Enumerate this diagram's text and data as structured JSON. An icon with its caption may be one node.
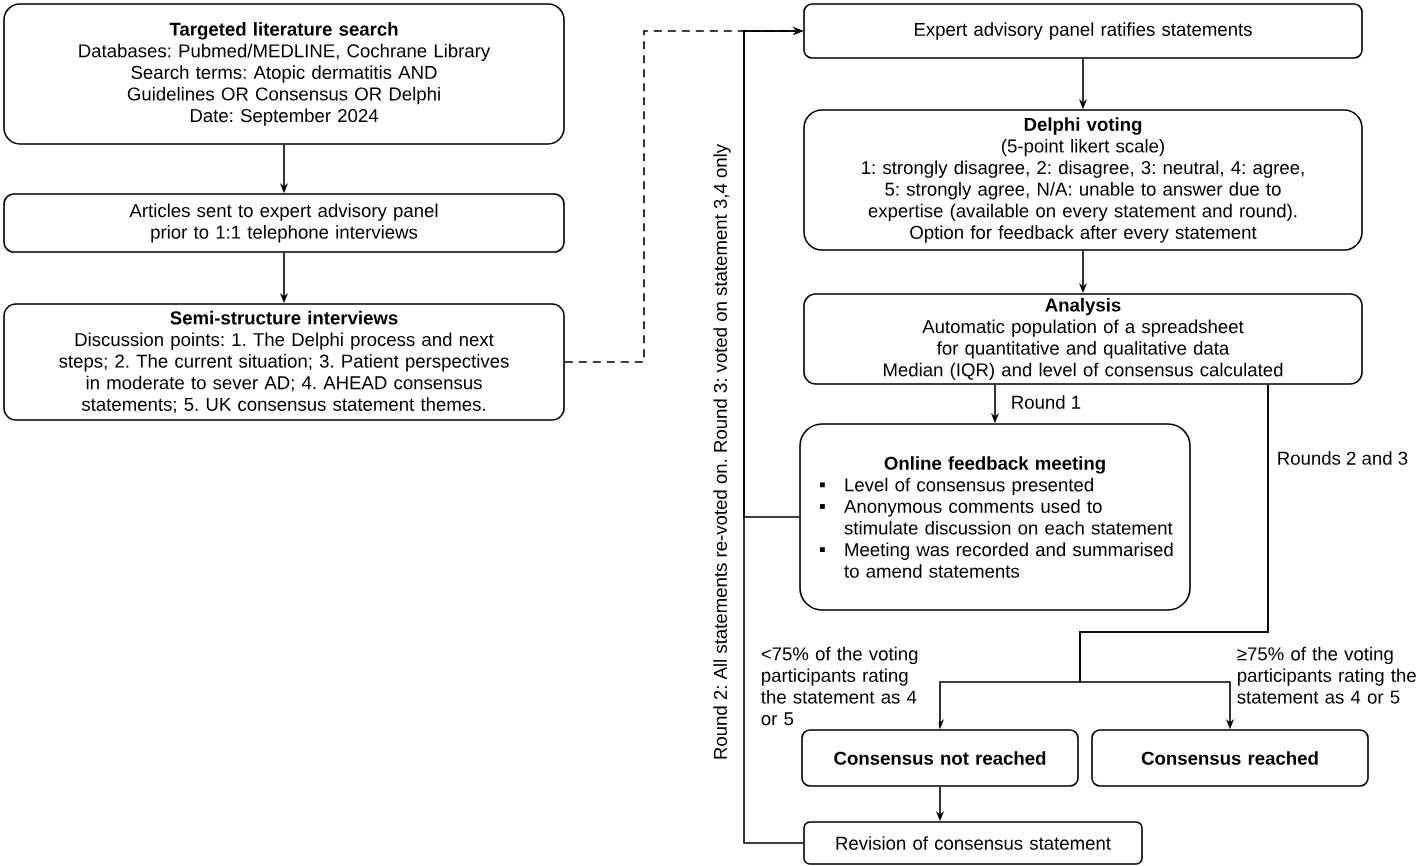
{
  "diagram": {
    "nodes": [
      {
        "text": [
          "Targeted literature search",
          "Databases: Pubmed/MEDLINE, Cochrane Library",
          "Search terms: Atopic dermatitis AND Guidelines OR Consensus OR Delphi",
          "Date: September 2024"
        ]
      },
      {
        "text": [
          "Articles sent to expert advisory panel prior to 1:1 telephone interviews"
        ]
      },
      {
        "text": [
          "Semi-structure interviews",
          "Discussion points: 1. The Delphi process and next steps; 2. The current situation; 3. Patient perspectives in moderate to sever AD; 4. AHEAD consensus statements; 5. UK consensus statement themes."
        ]
      },
      {
        "text": [
          "Expert advisory panel ratifies statements"
        ]
      },
      {
        "text": [
          "Delphi voting",
          "(5-point likert scale)",
          "1: strongly disagree, 2: disagree, 3: neutral, 4: agree, 5: strongly agree, N/A: unable to answer due to expertise (available on every statement and round).",
          "Option for feedback after every statement"
        ]
      },
      {
        "text": [
          "Analysis",
          "Automatic population of a spreadsheet for quantitative and qualitative data",
          "Median (IQR) and level of consensus calculated"
        ]
      },
      {
        "text": [
          "Online feedback meeting",
          "Level of consensus presented",
          "Anonymous comments used to stimulate discussion on each statement",
          "Meeting was recorded and summarised to amend statements"
        ]
      },
      {
        "text": [
          "Consensus not reached"
        ]
      },
      {
        "text": [
          "Consensus reached"
        ]
      },
      {
        "text": [
          "Revision of consensus statement"
        ]
      }
    ],
    "edges": [
      {
        "from": 0,
        "to": 1,
        "arrow": "to"
      },
      {
        "from": 1,
        "to": 2,
        "arrow": "to"
      },
      {
        "from": 2,
        "to": 3,
        "arrow": "to",
        "style": "dashed"
      },
      {
        "from": 3,
        "to": 4,
        "arrow": "to"
      },
      {
        "from": 4,
        "to": 5,
        "arrow": "to"
      },
      {
        "from": 5,
        "to": 6,
        "arrow": "to",
        "label": "Round 1"
      },
      {
        "from": 5,
        "to": 7,
        "arrow": "to",
        "label": "<75% of the voting participants rating the statement as 4 or 5"
      },
      {
        "from": 5,
        "to": 8,
        "arrow": "to",
        "label": "≥75% of the voting participants rating the statement as 4 or 5"
      },
      {
        "from": 7,
        "to": 9,
        "arrow": "to"
      },
      {
        "from": 9,
        "to": 3,
        "arrow": "to",
        "label": "Round 2: All statements re-voted on. Round 3: voted on statement 3,4 only"
      },
      {
        "from": 6,
        "to": 3,
        "arrow": "to"
      }
    ],
    "labels": [
      "Rounds 2 and 3"
    ]
  }
}
